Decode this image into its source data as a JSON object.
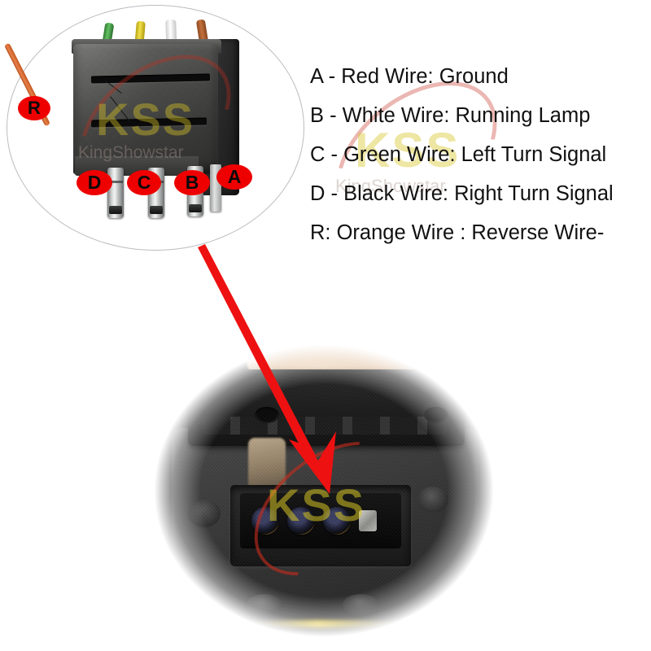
{
  "legend": {
    "lines": [
      "A - Red Wire: Ground",
      "B - White Wire: Running Lamp",
      "C - Green Wire: Left Turn Signal",
      "D - Black Wire: Right Turn Signal",
      "R: Orange Wire : Reverse Wire-"
    ]
  },
  "inset": {
    "badges": {
      "a": "A",
      "b": "B",
      "c": "C",
      "d": "D",
      "r": "R"
    },
    "wires": [
      {
        "name": "green-wire",
        "color": "#63c163"
      },
      {
        "name": "yellow-wire",
        "color": "#f2e04a"
      },
      {
        "name": "white-wire",
        "color": "#ffffff"
      },
      {
        "name": "brown-wire",
        "color": "#c2703a"
      },
      {
        "name": "orange-wire",
        "color": "#e8804a"
      }
    ]
  },
  "watermark": {
    "logo": "KSS",
    "brand": "KingShowstar",
    "arc_color": "#c42c1e",
    "logo_color": "#d6c424"
  },
  "colors": {
    "badge_red": "#ee0000",
    "arrow_red": "#ee1111",
    "text": "#111111",
    "ellipse_border": "#b9bcc0"
  },
  "arrow": {
    "name": "pointer-arrow",
    "from": "245,308",
    "to": "397,598"
  }
}
